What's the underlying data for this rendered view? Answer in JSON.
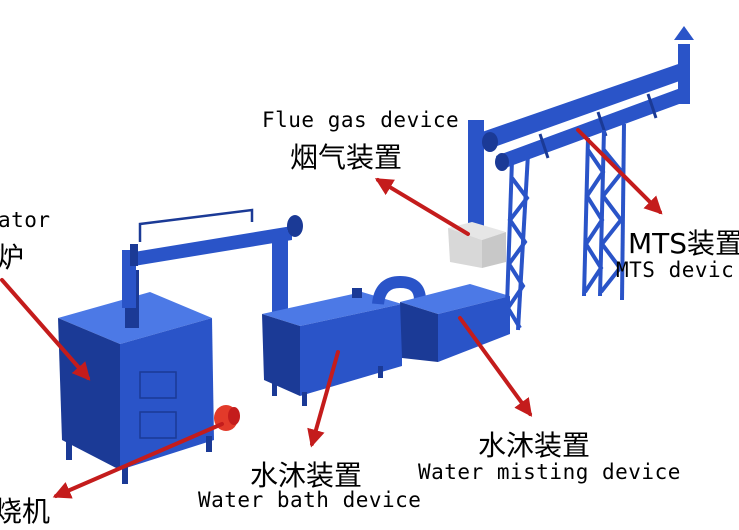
{
  "colors": {
    "equipment": "#2a54c8",
    "equipment_dark": "#1b3a96",
    "equipment_light": "#4c79e6",
    "arrow": "#c41c1c",
    "burner": "#e23a2a",
    "flue_box": "#d8d8d8"
  },
  "labels": {
    "generator_en": "ator",
    "generator_zh": "炉",
    "flue_en": "Flue gas device",
    "flue_zh": "烟气装置",
    "mts_zh": "MTS装置",
    "mts_en": "MTS devic",
    "misting_zh": "水沐装置",
    "misting_en": "Water misting device",
    "bath_zh": "水沐装置",
    "bath_en": "Water bath device",
    "burner_zh": "烧机"
  }
}
